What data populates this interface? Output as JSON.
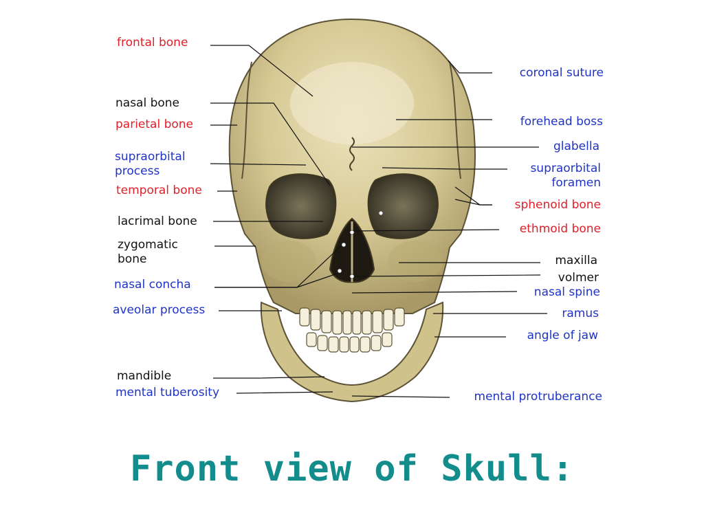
{
  "title": "Front view of Skull:",
  "colors": {
    "red": "#e0202a",
    "blue": "#1f33c6",
    "black": "#111111",
    "title": "#138c8c"
  },
  "labels_left": [
    {
      "text": "frontal bone",
      "color": "red"
    },
    {
      "text": "nasal bone",
      "color": "black"
    },
    {
      "text": "parietal bone",
      "color": "red"
    },
    {
      "text": "supraorbital\nprocess",
      "color": "blue"
    },
    {
      "text": "temporal bone",
      "color": "red"
    },
    {
      "text": "lacrimal bone",
      "color": "black"
    },
    {
      "text": "zygomatic\nbone",
      "color": "black"
    },
    {
      "text": "nasal concha",
      "color": "blue"
    },
    {
      "text": "aveolar process",
      "color": "blue"
    },
    {
      "text": "mandible",
      "color": "black"
    },
    {
      "text": "mental tuberosity",
      "color": "blue"
    }
  ],
  "labels_right": [
    {
      "text": "coronal suture",
      "color": "blue"
    },
    {
      "text": "forehead boss",
      "color": "blue"
    },
    {
      "text": "glabella",
      "color": "blue"
    },
    {
      "text": "supraorbital\nforamen",
      "color": "blue"
    },
    {
      "text": "sphenoid bone",
      "color": "red"
    },
    {
      "text": "ethmoid bone",
      "color": "red"
    },
    {
      "text": "maxilla",
      "color": "black"
    },
    {
      "text": "volmer",
      "color": "black"
    },
    {
      "text": "nasal spine",
      "color": "blue"
    },
    {
      "text": "ramus",
      "color": "blue"
    },
    {
      "text": "angle of jaw",
      "color": "blue"
    },
    {
      "text": "mental protruberance",
      "color": "blue"
    }
  ]
}
